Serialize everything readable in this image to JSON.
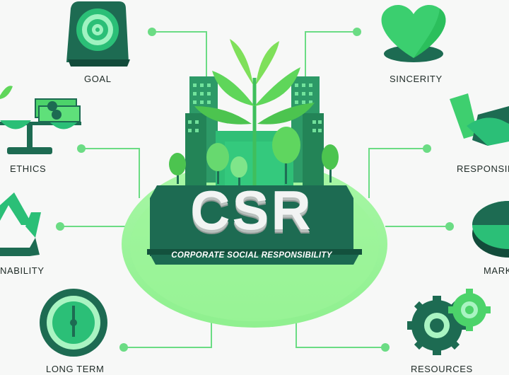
{
  "center": {
    "title": "CSR",
    "subtitle": "CORPORATE SOCIAL RESPONSIBILITY"
  },
  "labels": {
    "goal": "GOAL",
    "ethics": "ETHICS",
    "sustainability": "NABILITY",
    "long_term": "LONG TERM",
    "sincerity": "SINCERITY",
    "responsibility": "RESPONSIBI",
    "market": "MARK",
    "resources": "RESOURCES"
  },
  "icons": {
    "goal": "target-icon",
    "ethics": "balance-scale-money-icon",
    "sustainability": "recycle-icon",
    "long_term": "clock-icon",
    "sincerity": "heart-icon",
    "responsibility": "handshake-icon",
    "market": "pie-chart-icon",
    "resources": "gears-icon"
  },
  "colors": {
    "dark_green": "#1f6e55",
    "mid_green": "#27a66b",
    "bright_green": "#3ecf6f",
    "light_green": "#9ff39e",
    "connector": "#6bdc84",
    "background": "#f7f8f7"
  }
}
